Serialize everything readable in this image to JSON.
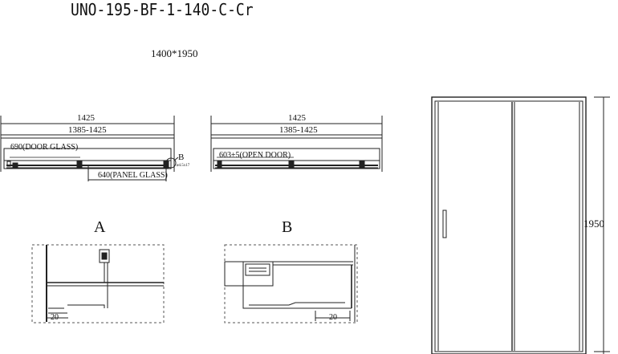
{
  "title": "UNO-195-BF-1-140-C-Cr",
  "size": "1400*1950",
  "plan_left": {
    "overall": "1425",
    "range": "1385-1425",
    "door_glass": "690(DOOR GLASS)",
    "panel_glass": "640(PANEL GLASS)",
    "callout": "B",
    "small_note": "ø4.5x17"
  },
  "plan_right": {
    "overall": "1425",
    "range": "1385-1425",
    "open_door": "603±5(OPEN DOOR)"
  },
  "details": {
    "a_label": "A",
    "b_label": "B",
    "a_dim": "20",
    "b_dim": "20"
  },
  "elevation": {
    "height": "1950"
  }
}
